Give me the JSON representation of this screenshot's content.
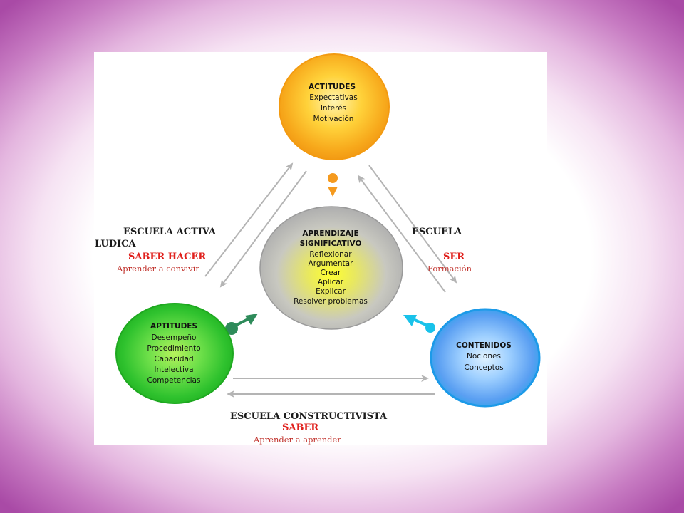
{
  "colors": {
    "actitudes": "#f7a81b",
    "aprendizaje": "#b9b9b9",
    "aptitudes": "#22b52a",
    "contenidos": "#2aa3ea",
    "orange_marker": "#f59a1e",
    "green_marker": "#2e8b5a",
    "cyan_marker": "#19c2ea",
    "arrow_gray": "#b4b4b4",
    "accent_red": "#e0201c"
  },
  "circles": {
    "actitudes": {
      "title": "ACTITUDES",
      "lines": [
        "Expectativas",
        "Interés",
        "Motivación"
      ]
    },
    "aprendizaje": {
      "title_lines": [
        "APRENDIZAJE",
        "SIGNIFICATIVO"
      ],
      "lines": [
        "Reflexionar",
        "Argumentar",
        "Crear",
        "Aplicar",
        "Explicar",
        "Resolver problemas"
      ]
    },
    "aptitudes": {
      "title": "APTITUDES",
      "lines": [
        "Desempeño",
        "Procedimiento",
        "Capacidad",
        "Intelectiva",
        "Competencias"
      ]
    },
    "contenidos": {
      "title": "CONTENIDOS",
      "lines": [
        "Nociones",
        "Conceptos"
      ]
    }
  },
  "schools": {
    "activa": {
      "title_lines": [
        "ESCUELA ACTIVA",
        "LUDICA"
      ],
      "saber": "SABER HACER",
      "sub": "Aprender a convivir"
    },
    "escuela": {
      "title": "ESCUELA",
      "saber": "SER",
      "sub": "Formación"
    },
    "constructivista": {
      "title": "ESCUELA CONSTRUCTIVISTA",
      "saber": "SABER",
      "sub": "Aprender a aprender"
    }
  }
}
